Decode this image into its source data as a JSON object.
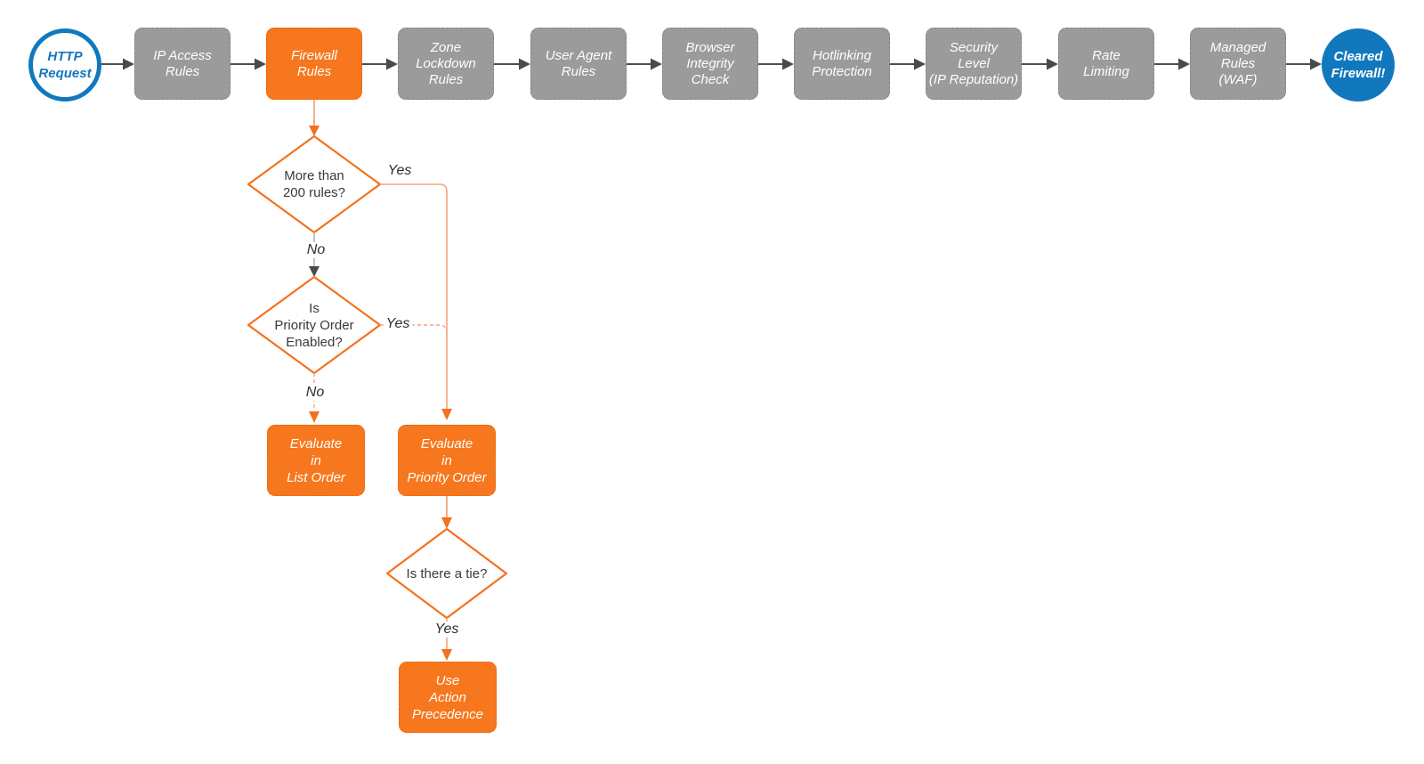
{
  "colors": {
    "accent_orange": "#F4711D",
    "orange_fill": "#F6771E",
    "orange_line": "#F7A27C",
    "blue": "#1278BE",
    "gray_node": "#9B9B9B",
    "arrow_gray": "#4A4A4A",
    "text_dark": "#3A3A3A",
    "white": "#FFFFFF"
  },
  "pipeline": {
    "start_label": "HTTP\nRequest",
    "stages": [
      {
        "label": "IP Access\nRules"
      },
      {
        "label": "Firewall\nRules"
      },
      {
        "label": "Zone\nLockdown\nRules"
      },
      {
        "label": "User Agent\nRules"
      },
      {
        "label": "Browser\nIntegrity\nCheck"
      },
      {
        "label": "Hotlinking\nProtection"
      },
      {
        "label": "Security\nLevel\n(IP Reputation)"
      },
      {
        "label": "Rate\nLimiting"
      },
      {
        "label": "Managed\nRules\n(WAF)"
      }
    ],
    "end_label": "Cleared\nFirewall!"
  },
  "decisions": {
    "more_than_200": "More than\n200 rules?",
    "priority_enabled": "Is\nPriority Order\nEnabled?",
    "tie": "Is there a tie?"
  },
  "actions": {
    "list_order": "Evaluate\nin\nList Order",
    "priority_order": "Evaluate\nin\nPriority Order",
    "action_precedence": "Use\nAction\nPrecedence"
  },
  "edge_labels": {
    "d1_yes": "Yes",
    "d1_no": "No",
    "d2_yes": "Yes",
    "d2_no": "No",
    "d3_yes": "Yes"
  }
}
